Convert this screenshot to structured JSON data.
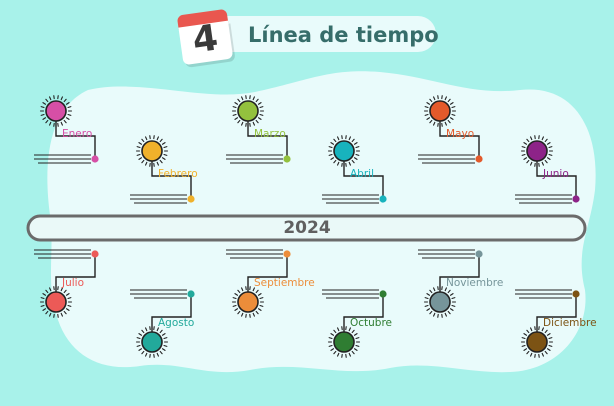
{
  "header": {
    "day_number": "4",
    "title": "Línea de tiempo",
    "title_color": "#366d6a",
    "icon": "calendar-icon",
    "calendar_color": "#e9574f"
  },
  "timeline": {
    "year": "2024",
    "months": [
      {
        "name": "Enero",
        "color": "#d64fa6"
      },
      {
        "name": "Febrero",
        "color": "#f0b12b"
      },
      {
        "name": "Marzo",
        "color": "#93c13e"
      },
      {
        "name": "Abril",
        "color": "#18b3bd"
      },
      {
        "name": "Mayo",
        "color": "#e35a2b"
      },
      {
        "name": "Junio",
        "color": "#8d2388"
      },
      {
        "name": "Julio",
        "color": "#ec5a57"
      },
      {
        "name": "Agosto",
        "color": "#22a99b"
      },
      {
        "name": "Septiembre",
        "color": "#ec8d3a"
      },
      {
        "name": "Octubre",
        "color": "#2f7d32"
      },
      {
        "name": "Noviembre",
        "color": "#76959a"
      },
      {
        "name": "Diciembre",
        "color": "#7c5314"
      }
    ]
  }
}
